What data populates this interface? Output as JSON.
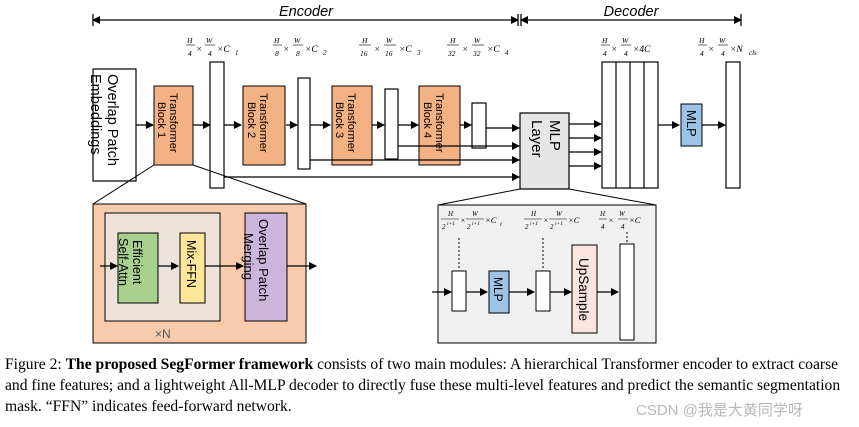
{
  "encoder_label": "Encoder",
  "decoder_label": "Decoder",
  "feature_labels": [
    "H/4 × W/4 × C1",
    "H/8 × W/8 × C2",
    "H/16 × W/16 × C3",
    "H/32 × W/32 × C4",
    "H/4 × W/4 × 4C",
    "H/4 × W/4 × Ncls"
  ],
  "patch_embed": [
    "Overlap Patch",
    "Embeddings"
  ],
  "transformer_blocks": [
    [
      "Transformer",
      "Block 1"
    ],
    [
      "Transformer",
      "Block 2"
    ],
    [
      "Transformer",
      "Block 3"
    ],
    [
      "Transformer",
      "Block 4"
    ]
  ],
  "mlp_layer": [
    "MLP",
    "Layer"
  ],
  "mlp_small": "MLP",
  "detail_attention": [
    "Efficient",
    "Self-Attn"
  ],
  "detail_mixffn": "Mix-FFN",
  "detail_merge": [
    "Overlap Patch",
    "Merging"
  ],
  "repeat_label": "×N",
  "decoder_detail_labels": [
    "H/2^(i+1) × W/2^(i+1) × Ci",
    "H/2^(i+1) × W/2^(i+1) × C",
    "H/4 × W/4 × C"
  ],
  "decoder_mlp": "MLP",
  "decoder_upsample": "UpSample",
  "caption": {
    "prefix": "Figure 2: ",
    "bold": "The proposed SegFormer framework",
    "rest": " consists of two main modules: A hierarchical Transformer encoder to extract coarse and fine features; and a lightweight All-MLP decoder to directly fuse these multi-level features and predict the semantic segmentation mask. “FFN” indicates feed-forward network."
  },
  "watermark": "CSDN @我是大黄同学呀",
  "colors": {
    "transformer_block": "#f4b183",
    "mlp_layer": "#e7e6e6",
    "mlp_small": "#9dc3e6",
    "efficient_attn": "#a9d18e",
    "mix_ffn": "#ffe699",
    "patch_merge": "#cdb4db",
    "upsample": "#fbe5e0",
    "detail_bg": "#f8cbad",
    "inner_bg": "#ede3dc",
    "decoder_bg": "#f0f0f0"
  }
}
